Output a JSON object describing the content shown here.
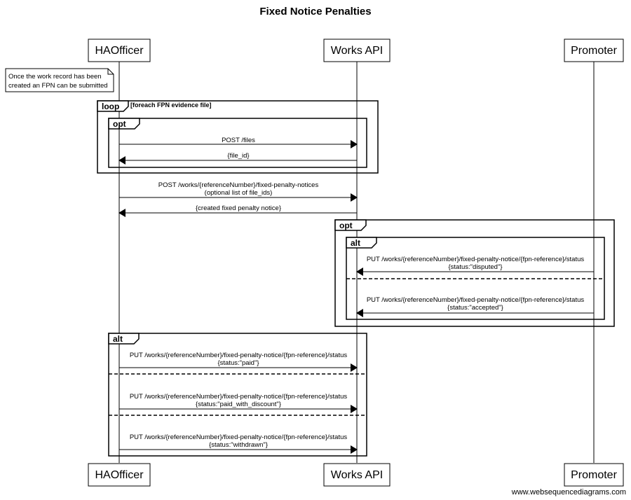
{
  "title": "Fixed Notice Penalties",
  "actors": [
    {
      "id": "ha",
      "label": "HAOfficer"
    },
    {
      "id": "api",
      "label": "Works API"
    },
    {
      "id": "promoter",
      "label": "Promoter"
    }
  ],
  "note": {
    "lines": [
      "Once the work record has been",
      "created an FPN can be submitted"
    ]
  },
  "frames": {
    "loop": {
      "label": "loop",
      "condition": "[foreach FPN evidence file]"
    },
    "opt_inner": {
      "label": "opt"
    },
    "opt_promoter": {
      "label": "opt"
    },
    "alt_promoter": {
      "label": "alt"
    },
    "alt_ha": {
      "label": "alt"
    }
  },
  "messages": [
    {
      "lines": [
        "POST /files"
      ]
    },
    {
      "lines": [
        "{file_id}"
      ]
    },
    {
      "lines": [
        "POST /works/{referenceNumber}/fixed-penalty-notices",
        "(optional list of file_ids)"
      ]
    },
    {
      "lines": [
        "{created fixed penalty notice}"
      ]
    },
    {
      "lines": [
        "PUT /works/{referenceNumber}/fixed-penalty-notice/{fpn-reference}/status",
        "{status:\"disputed\"}"
      ]
    },
    {
      "lines": [
        "PUT /works/{referenceNumber}/fixed-penalty-notice/{fpn-reference}/status",
        "{status:\"accepted\"}"
      ]
    },
    {
      "lines": [
        "PUT /works/{referenceNumber}/fixed-penalty-notice/{fpn-reference}/status",
        "{status:\"paid\"}"
      ]
    },
    {
      "lines": [
        "PUT /works/{referenceNumber}/fixed-penalty-notice/{fpn-reference}/status",
        "{status:\"paid_with_discount\"}"
      ]
    },
    {
      "lines": [
        "PUT /works/{referenceNumber}/fixed-penalty-notice/{fpn-reference}/status",
        "{status:\"withdrawn\"}"
      ]
    }
  ],
  "footer": "www.websequencediagrams.com"
}
